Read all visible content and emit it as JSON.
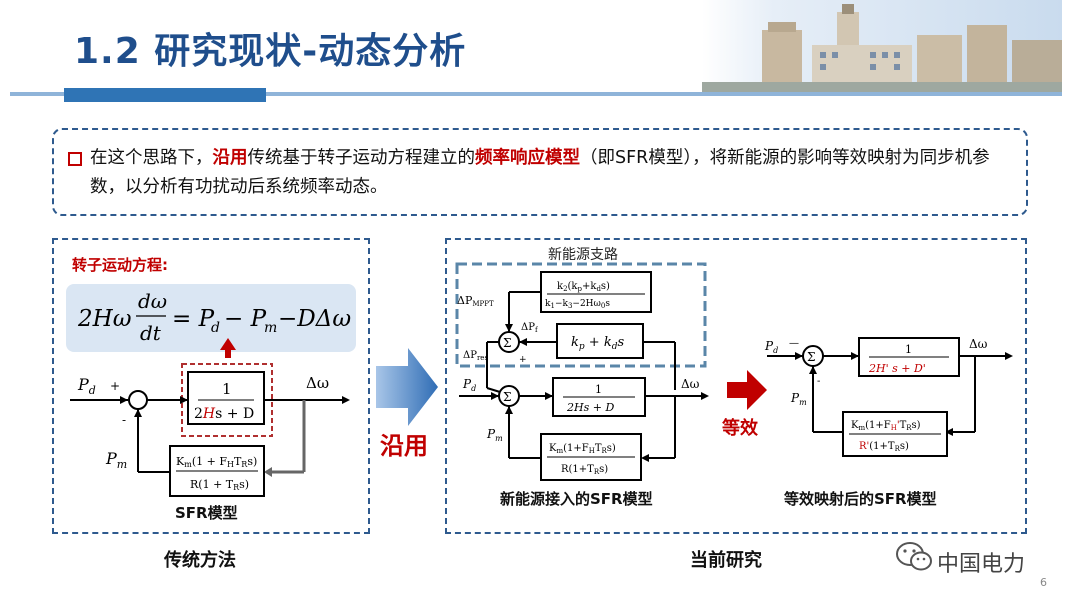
{
  "slide": {
    "title": "1.2 研究现状-动态分析",
    "page_number": "6"
  },
  "intro": {
    "t1": "在这个思路下，",
    "t2": "沿用",
    "t3": "传统基于转子运动方程建立的",
    "t4": "频率响应模型",
    "t5": "（即SFR模型），将新能源的影响等效映射为同步机参数，以分析有功扰动后系统频率动态。"
  },
  "left": {
    "rotor_label": "转子运动方程:",
    "model_label": "SFR模型",
    "caption": "传统方法"
  },
  "middle_arrow": {
    "label": "沿用"
  },
  "right": {
    "branch_label": "新能源支路",
    "model1_label": "新能源接入的SFR模型",
    "equiv_arrow_label": "等效",
    "model2_label": "等效映射后的SFR模型",
    "caption": "当前研究"
  },
  "logo": {
    "text": "中国电力"
  },
  "colors": {
    "title": "#1f4e8c",
    "highlight": "#c00000",
    "panel_border": "#2e5a8e",
    "arrow_blue": "#2f6db5",
    "arrow_red": "#c00000"
  }
}
